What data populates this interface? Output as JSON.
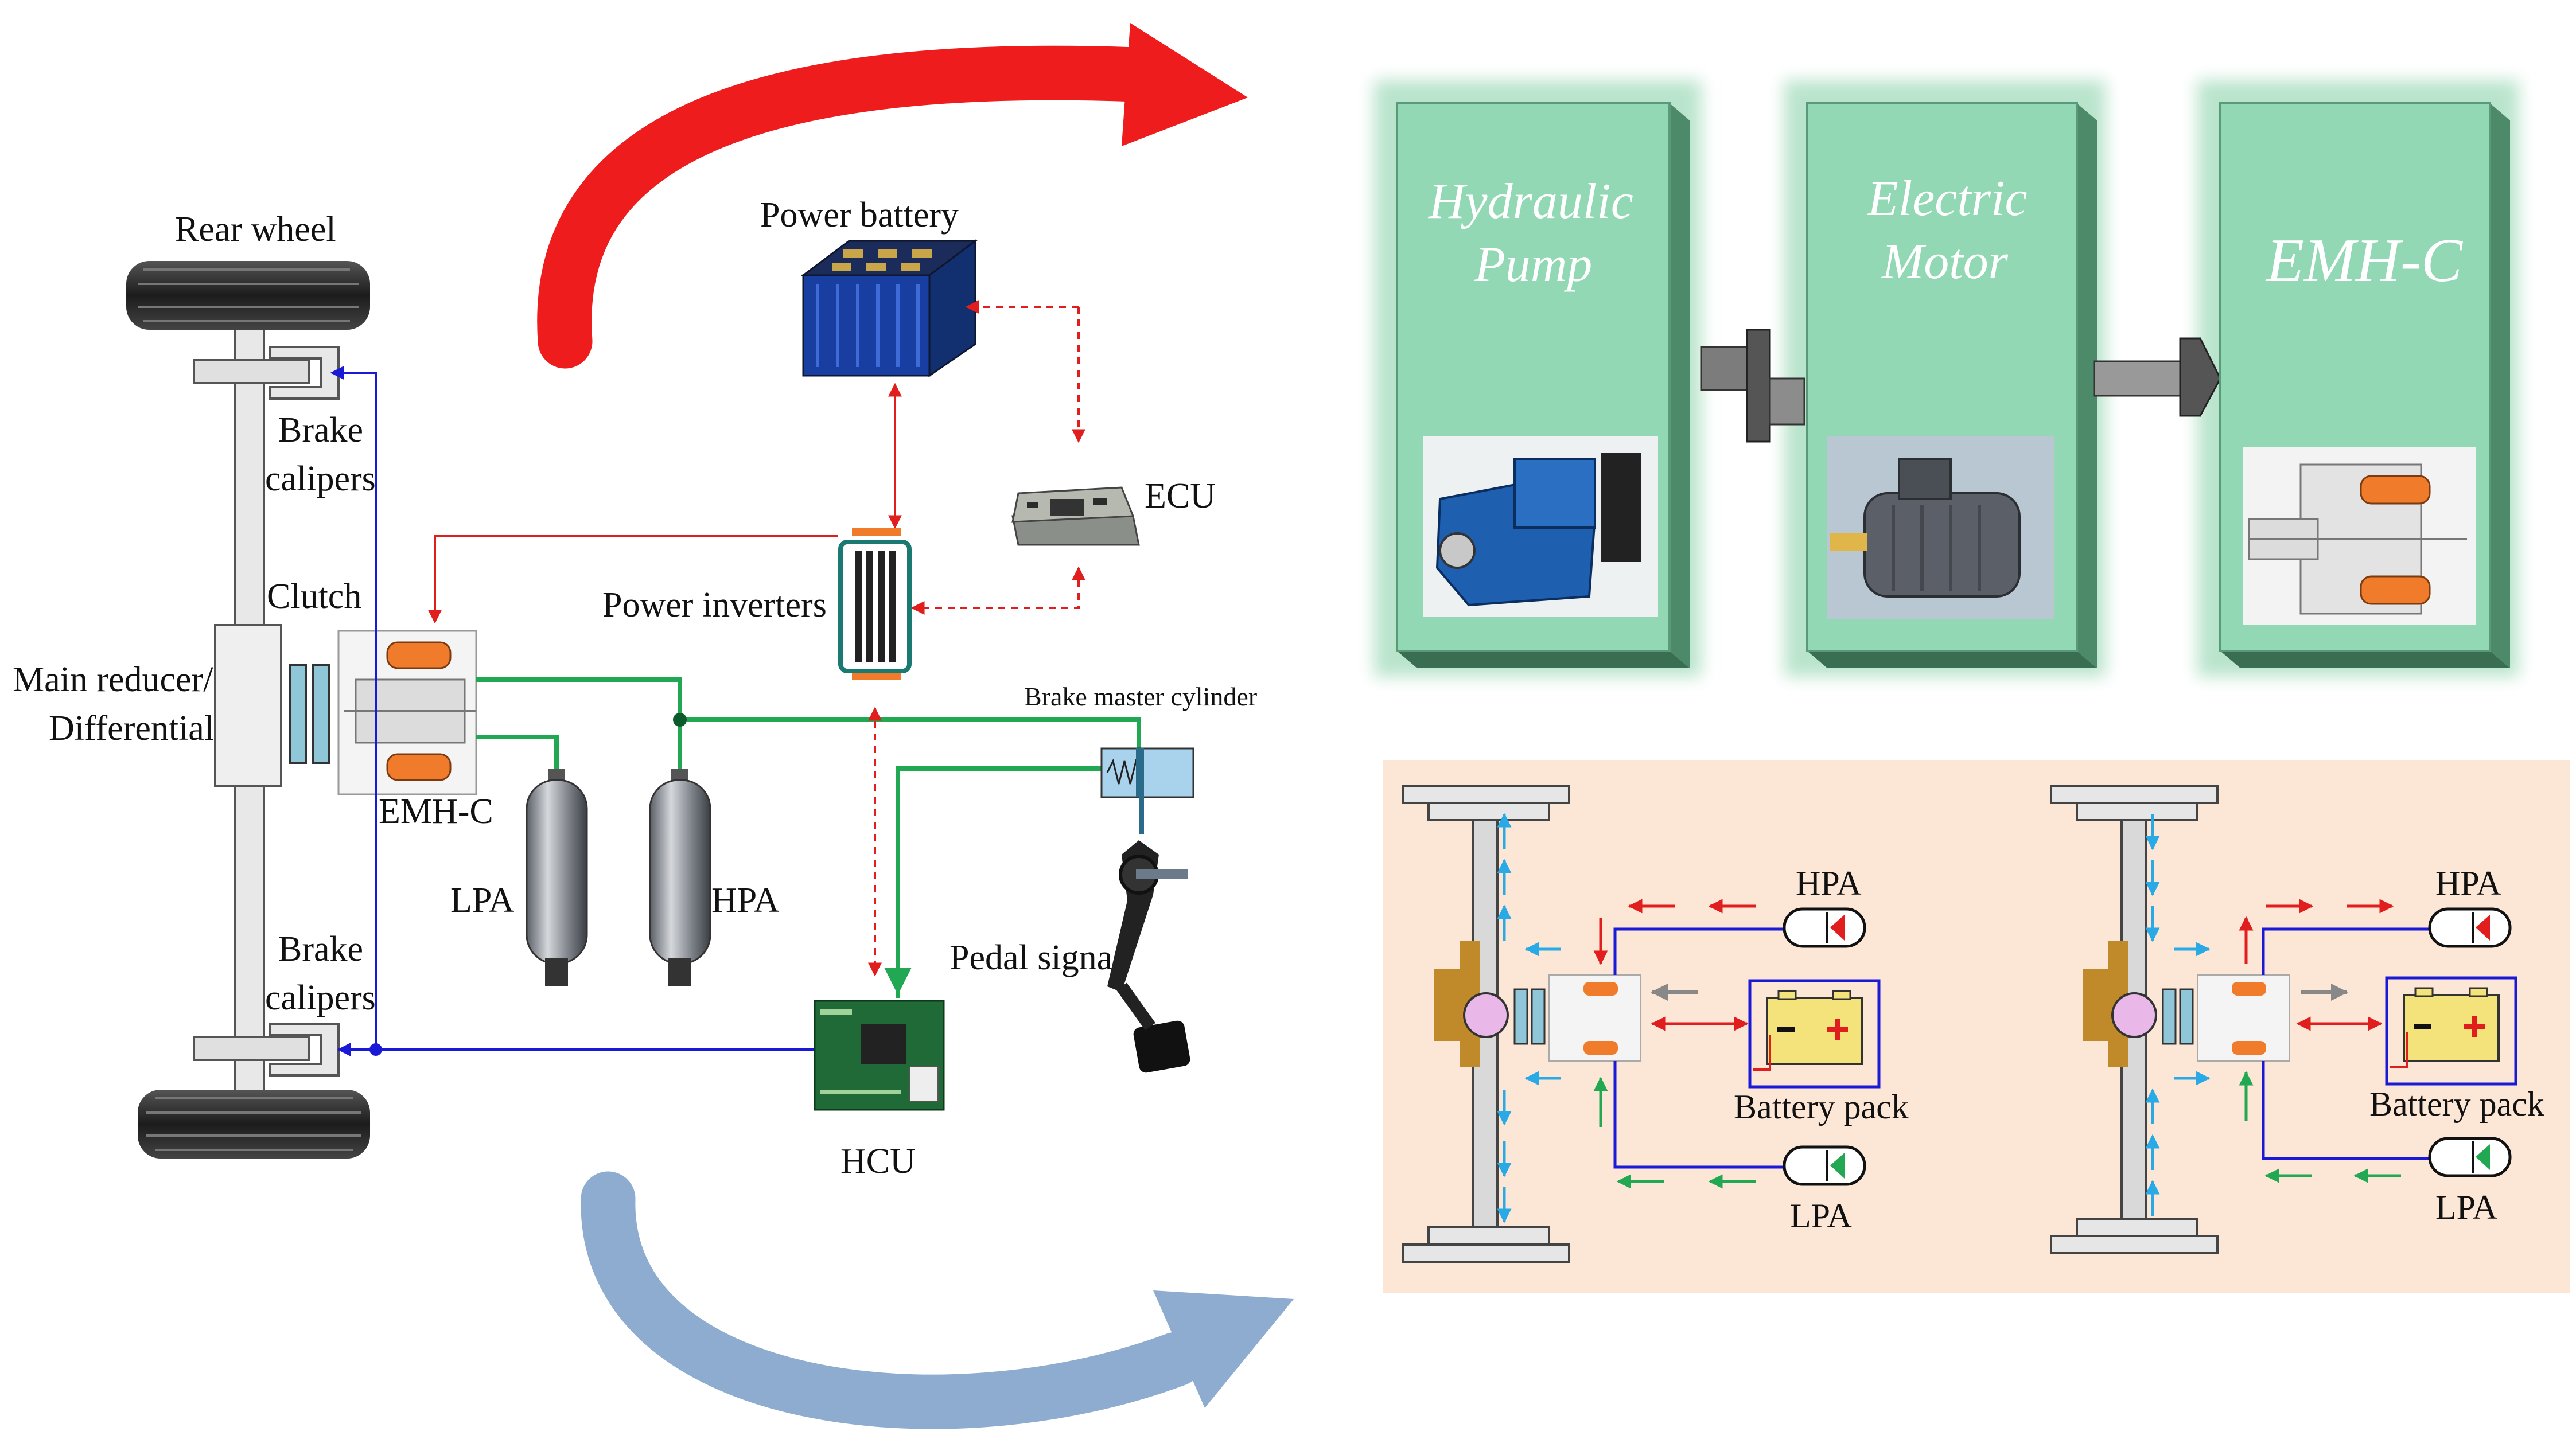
{
  "left_diagram": {
    "rear_wheel": "Rear wheel",
    "brake_calipers_top": [
      "Brake",
      "calipers"
    ],
    "clutch": "Clutch",
    "main_reducer": [
      "Main reducer/",
      "Differential"
    ],
    "emh_c": "EMH-C",
    "lpa": "LPA",
    "hpa": "HPA",
    "brake_calipers_bottom": [
      "Brake",
      "calipers"
    ],
    "power_battery": "Power battery",
    "ecu": "ECU",
    "power_inverters": "Power inverters",
    "brake_master_cylinder": "Brake master cylinder",
    "pedal_signal": "Pedal signa",
    "hcu": "HCU"
  },
  "top_right_panel": {
    "blocks": [
      {
        "title_lines": [
          "Hydraulic",
          "Pump"
        ]
      },
      {
        "title_lines": [
          "Electric",
          "Motor"
        ]
      },
      {
        "title_lines": [
          "EMH-C"
        ]
      }
    ]
  },
  "bottom_right_panel": {
    "left": {
      "hpa": "HPA",
      "lpa": "LPA",
      "battery": "Battery pack"
    },
    "right": {
      "hpa": "HPA",
      "lpa": "LPA",
      "battery": "Battery pack"
    }
  },
  "colors": {
    "red_arrow": "#ee1c1c",
    "blue_arrow": "#8eaccf",
    "green_block": "#93d8b4",
    "panel_bg": "#fce6d6",
    "hydraulic_green": "#22a852",
    "signal_blue": "#1a1ad6",
    "flow_cyan": "#29a9e6"
  }
}
